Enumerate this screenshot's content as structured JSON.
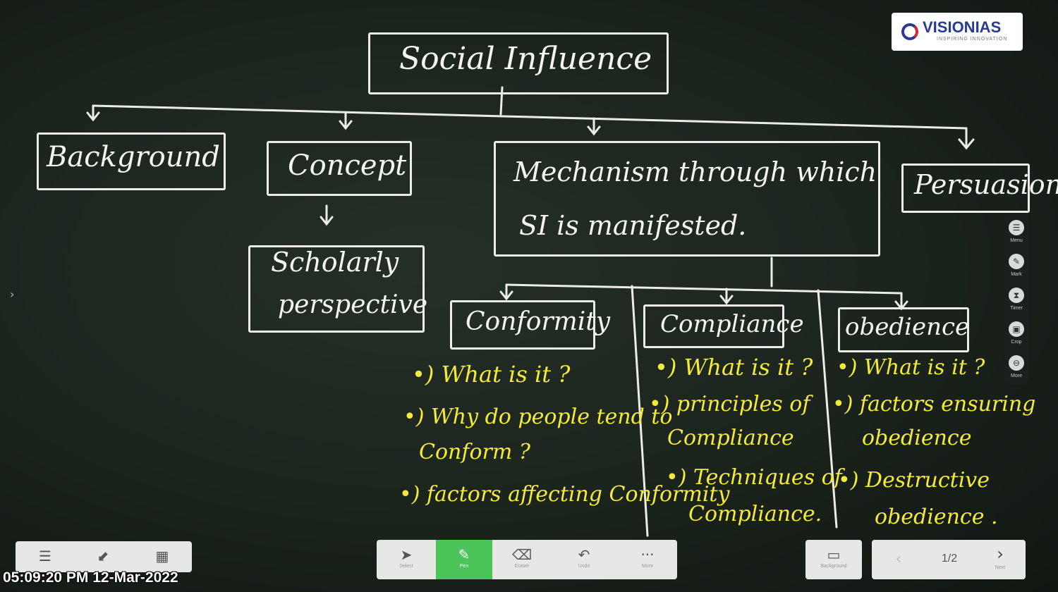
{
  "board": {
    "title": "Social Influence",
    "nodes": {
      "background": "Background",
      "concept": "Concept",
      "scholarly_line1": "Scholarly",
      "scholarly_line2": "perspective",
      "mechanism_line1": "Mechanism through which",
      "mechanism_line2": "SI is manifested.",
      "persuasion": "Persuasion",
      "conformity": "Conformity",
      "compliance": "Compliance",
      "obedience": "obedience"
    },
    "notes": {
      "conformity": {
        "n1": "•) What is it ?",
        "n2a": "•) Why do people tend to",
        "n2b": "Conform ?",
        "n3": "•) factors affecting Conformity"
      },
      "compliance": {
        "n1": "•) What is it ?",
        "n2a": "•) principles of",
        "n2b": "Compliance",
        "n3a": "•) Techniques of",
        "n3b": "Compliance."
      },
      "obedience": {
        "n1": "•) What is it ?",
        "n2a": "•) factors ensuring",
        "n2b": "obedience",
        "n3a": "•) Destructive",
        "n3b": "obedience ."
      }
    }
  },
  "logo": {
    "name": "VISIONIAS",
    "tagline": "INSPIRING INNOVATION",
    "icon": "vision-ias-logo-icon"
  },
  "side_tools": [
    {
      "label": "Menu",
      "icon": "menu-icon"
    },
    {
      "label": "Mark",
      "icon": "mark-icon"
    },
    {
      "label": "Timer",
      "icon": "timer-icon"
    },
    {
      "label": "Crop",
      "icon": "crop-icon"
    },
    {
      "label": "More",
      "icon": "more-icon"
    }
  ],
  "left_toolbar": [
    {
      "icon": "menu-icon"
    },
    {
      "icon": "minimize-icon"
    },
    {
      "icon": "qr-code-icon"
    }
  ],
  "center_toolbar": [
    {
      "label": "Select",
      "icon": "cursor-icon"
    },
    {
      "label": "Pen",
      "icon": "pen-icon",
      "active": true
    },
    {
      "label": "Eraser",
      "icon": "eraser-icon"
    },
    {
      "label": "Undo",
      "icon": "undo-icon"
    },
    {
      "label": "More",
      "icon": "more-dots-icon"
    }
  ],
  "background_button": {
    "label": "Background",
    "icon": "monitor-icon"
  },
  "pager": {
    "page": "1/2",
    "next_label": "Next",
    "prev_icon": "chevron-left-icon",
    "next_icon": "chevron-right-icon"
  },
  "timestamp": "05:09:20 PM 12-Mar-2022",
  "colors": {
    "chalk": "#f4f4f0",
    "notes": "#f3ea3a",
    "board": "#1e2820",
    "active_tool": "#4dc45a"
  }
}
